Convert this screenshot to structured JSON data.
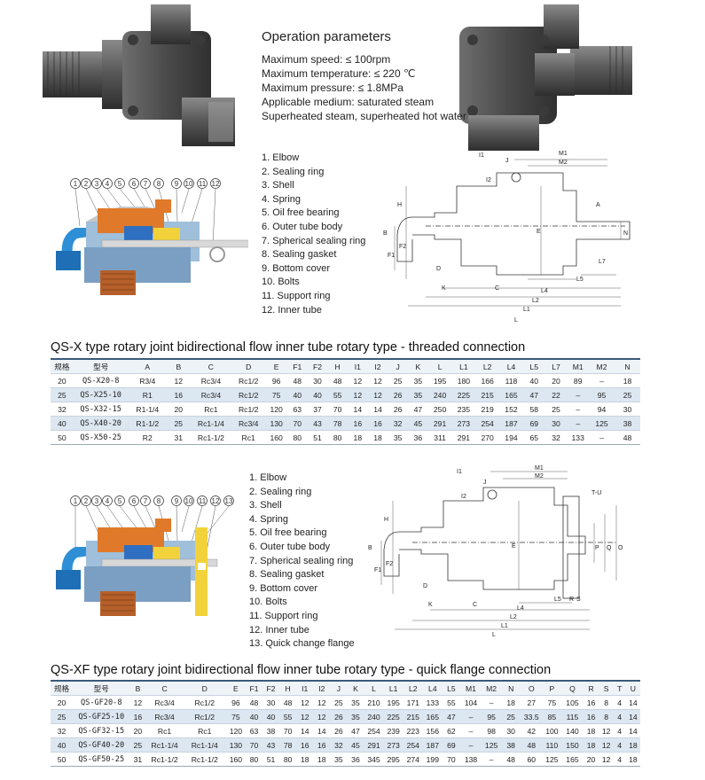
{
  "operation": {
    "title": "Operation parameters",
    "lines": [
      {
        "text": "Maximum speed: ≤ 100rpm",
        "faded": false
      },
      {
        "text": "Maximum temperature: ≤ 220 ℃",
        "faded": false
      },
      {
        "text": "Maximum pressure: ≤ 1.8MPa",
        "faded": false
      },
      {
        "text": "Applicable medium: saturated steam",
        "faded": false
      },
      {
        "text": "Superheated steam, superheated hot water",
        "faded": false
      }
    ]
  },
  "parts_x": [
    "1. Elbow",
    "2. Sealing ring",
    "3. Shell",
    "4. Spring",
    "5. Oil free bearing",
    "6. Outer tube body",
    "7. Spherical sealing ring",
    "8. Sealing gasket",
    "9. Bottom cover",
    "10. Bolts",
    "11. Support ring",
    "12. Inner tube"
  ],
  "parts_xf": [
    "1. Elbow",
    "2. Sealing ring",
    "3. Shell",
    "4. Spring",
    "5. Oil free bearing",
    "6. Outer tube body",
    "7. Spherical sealing ring",
    "8. Sealing gasket",
    "9. Bottom cover",
    "10. Bolts",
    "11. Support ring",
    "12. Inner tube",
    "13. Quick change flange"
  ],
  "callouts_x": [
    "1",
    "2",
    "3",
    "4",
    "5",
    "6",
    "7",
    "8",
    "9",
    "10",
    "11",
    "12"
  ],
  "callouts_xf": [
    "1",
    "2",
    "3",
    "4",
    "5",
    "6",
    "7",
    "8",
    "9",
    "10",
    "11",
    "12",
    "13"
  ],
  "drawing_x_labels": [
    "I1",
    "J",
    "M1",
    "M2",
    "I2",
    "H",
    "A",
    "E",
    "N",
    "B",
    "F2",
    "F1",
    "D",
    "K",
    "C",
    "L4",
    "L5",
    "L7",
    "L2",
    "L1",
    "L"
  ],
  "drawing_xf_labels": [
    "I1",
    "J",
    "M1",
    "M2",
    "I2",
    "T-U",
    "H",
    "E",
    "B",
    "F2",
    "F1",
    "D",
    "K",
    "C",
    "L4",
    "L5",
    "R",
    "S",
    "L2",
    "L1",
    "L",
    "P",
    "Q",
    "O"
  ],
  "section_x": {
    "title": "QS-X type rotary joint bidirectional flow inner tube rotary type - threaded connection",
    "headers": [
      "规格",
      "型号",
      "A",
      "B",
      "C",
      "D",
      "E",
      "F1",
      "F2",
      "H",
      "I1",
      "I2",
      "J",
      "K",
      "L",
      "L1",
      "L2",
      "L4",
      "L5",
      "L7",
      "M1",
      "M2",
      "N"
    ],
    "rows": [
      [
        "20",
        "QS-X20-8",
        "R3/4",
        "12",
        "Rc3/4",
        "Rc1/2",
        "96",
        "48",
        "30",
        "48",
        "12",
        "12",
        "25",
        "35",
        "195",
        "180",
        "166",
        "118",
        "40",
        "20",
        "89",
        "–",
        "18"
      ],
      [
        "25",
        "QS-X25-10",
        "R1",
        "16",
        "Rc3/4",
        "Rc1/2",
        "75",
        "40",
        "40",
        "55",
        "12",
        "12",
        "26",
        "35",
        "240",
        "225",
        "215",
        "165",
        "47",
        "22",
        "–",
        "95",
        "25"
      ],
      [
        "32",
        "QS-X32-15",
        "R1-1/4",
        "20",
        "Rc1",
        "Rc1/2",
        "120",
        "63",
        "37",
        "70",
        "14",
        "14",
        "26",
        "47",
        "250",
        "235",
        "219",
        "152",
        "58",
        "25",
        "–",
        "94",
        "30"
      ],
      [
        "40",
        "QS-X40-20",
        "R1-1/2",
        "25",
        "Rc1-1/4",
        "Rc3/4",
        "130",
        "70",
        "43",
        "78",
        "16",
        "16",
        "32",
        "45",
        "291",
        "273",
        "254",
        "187",
        "69",
        "30",
        "–",
        "125",
        "38"
      ],
      [
        "50",
        "QS-X50-25",
        "R2",
        "31",
        "Rc1-1/2",
        "Rc1",
        "160",
        "80",
        "51",
        "80",
        "18",
        "18",
        "35",
        "36",
        "311",
        "291",
        "270",
        "194",
        "65",
        "32",
        "133",
        "–",
        "48"
      ]
    ]
  },
  "section_xf": {
    "title": "QS-XF type rotary joint bidirectional flow inner tube rotary type - quick flange connection",
    "headers": [
      "规格",
      "型号",
      "B",
      "C",
      "D",
      "E",
      "F1",
      "F2",
      "H",
      "I1",
      "I2",
      "J",
      "K",
      "L",
      "L1",
      "L2",
      "L4",
      "L5",
      "M1",
      "M2",
      "N",
      "O",
      "P",
      "Q",
      "R",
      "S",
      "T",
      "U"
    ],
    "rows": [
      [
        "20",
        "QS-GF20-8",
        "12",
        "Rc3/4",
        "Rc1/2",
        "96",
        "48",
        "30",
        "48",
        "12",
        "12",
        "25",
        "35",
        "210",
        "195",
        "171",
        "133",
        "55",
        "104",
        "–",
        "18",
        "27",
        "75",
        "105",
        "16",
        "8",
        "4",
        "14"
      ],
      [
        "25",
        "QS-GF25-10",
        "16",
        "Rc3/4",
        "Rc1/2",
        "75",
        "40",
        "40",
        "55",
        "12",
        "12",
        "26",
        "35",
        "240",
        "225",
        "215",
        "165",
        "47",
        "–",
        "95",
        "25",
        "33.5",
        "85",
        "115",
        "16",
        "8",
        "4",
        "14"
      ],
      [
        "32",
        "QS-GF32-15",
        "20",
        "Rc1",
        "Rc1",
        "120",
        "63",
        "38",
        "70",
        "14",
        "14",
        "26",
        "47",
        "254",
        "239",
        "223",
        "156",
        "62",
        "–",
        "98",
        "30",
        "42",
        "100",
        "140",
        "18",
        "12",
        "4",
        "14"
      ],
      [
        "40",
        "QS-GF40-20",
        "25",
        "Rc1-1/4",
        "Rc1-1/4",
        "130",
        "70",
        "43",
        "78",
        "16",
        "16",
        "32",
        "45",
        "291",
        "273",
        "254",
        "187",
        "69",
        "–",
        "125",
        "38",
        "48",
        "110",
        "150",
        "18",
        "12",
        "4",
        "18"
      ],
      [
        "50",
        "QS-GF50-25",
        "31",
        "Rc1-1/2",
        "Rc1-1/2",
        "160",
        "80",
        "51",
        "80",
        "18",
        "18",
        "35",
        "36",
        "345",
        "295",
        "274",
        "199",
        "70",
        "138",
        "–",
        "48",
        "60",
        "125",
        "165",
        "20",
        "12",
        "4",
        "18"
      ]
    ]
  }
}
